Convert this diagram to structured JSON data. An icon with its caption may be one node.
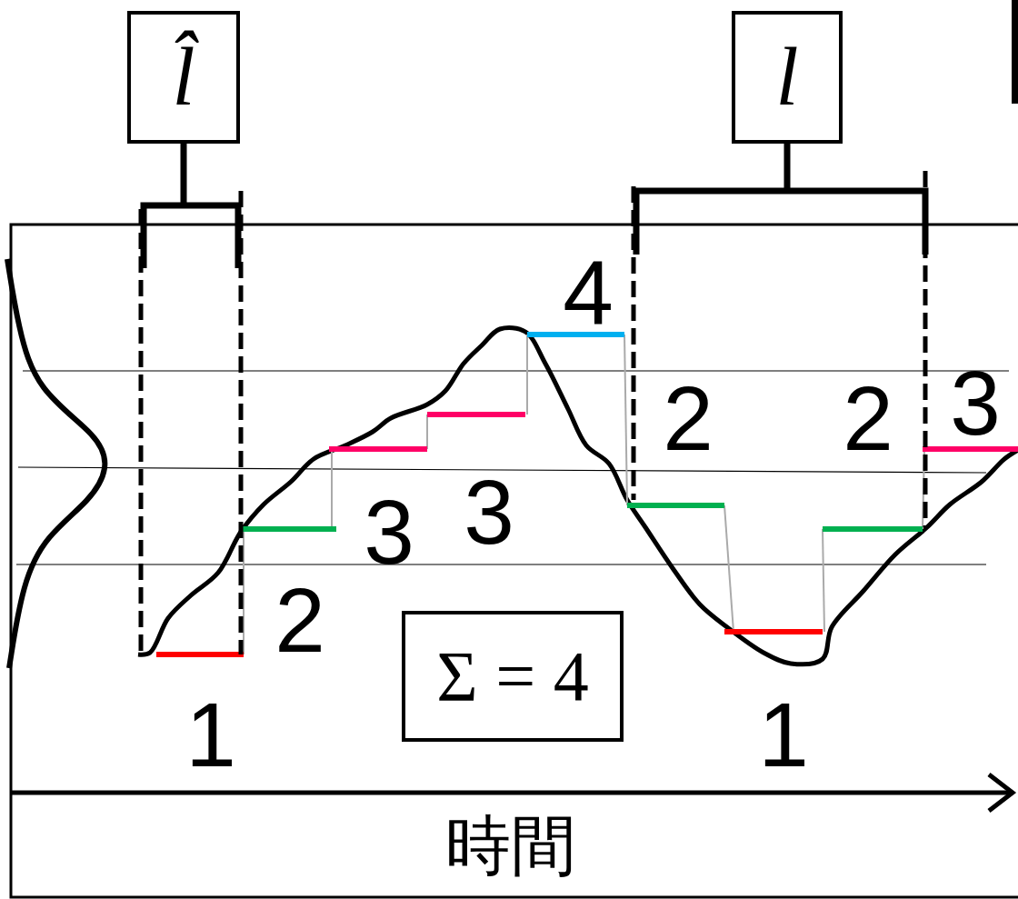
{
  "diagram": {
    "nodes": [
      {
        "text": [
          "l̂"
        ]
      },
      {
        "text": [
          "l"
        ]
      },
      {
        "text": [
          "Σ = 4"
        ]
      },
      {
        "text": [],
        "shape": "box"
      }
    ],
    "edges": [
      {
        "from": 0,
        "to": null,
        "arrow": "none"
      },
      {
        "from": 1,
        "to": null,
        "arrow": "none"
      }
    ],
    "labels": [
      "4",
      "2",
      "2",
      "3",
      "3",
      "3",
      "2",
      "1",
      "1",
      "時間"
    ]
  }
}
